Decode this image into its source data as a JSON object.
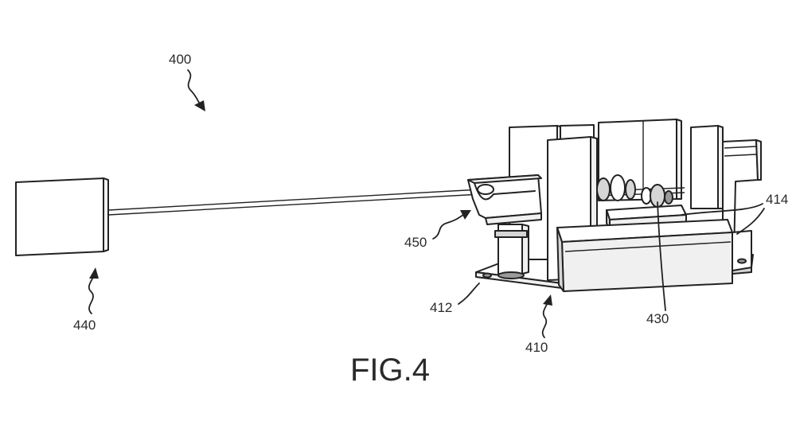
{
  "figure": {
    "caption": "FIG.4",
    "labels": {
      "system": "400",
      "target": "440",
      "holder": "450",
      "frame": "410",
      "base_plate": "412",
      "side_members": "414",
      "shaft": "430"
    }
  }
}
